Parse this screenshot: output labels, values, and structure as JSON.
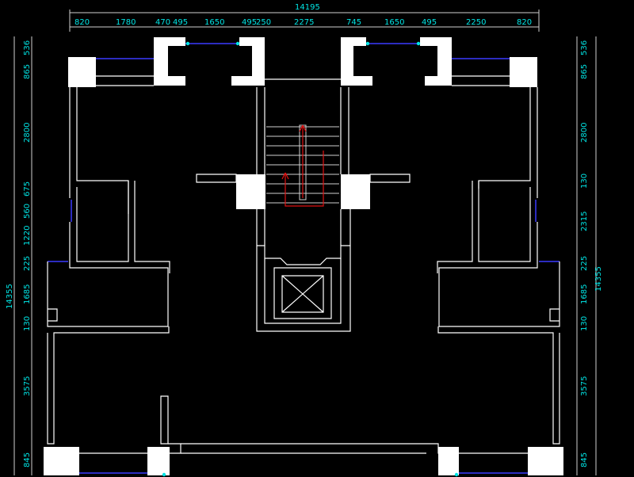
{
  "drawing": {
    "overall_width": "14195",
    "overall_depth_left": "14355",
    "overall_depth_right": "14355",
    "top_dims": [
      "820",
      "1780",
      "470",
      "495",
      "1650",
      "495",
      "250",
      "2275",
      "745",
      "1650",
      "495",
      "2250",
      "820"
    ],
    "left_dims": [
      "536",
      "865",
      "2800",
      "675",
      "560",
      "1220",
      "225",
      "1685",
      "130",
      "3575",
      "845"
    ],
    "right_dims": [
      "536",
      "865",
      "2800",
      "130",
      "2315",
      "225",
      "1685",
      "130",
      "3575",
      "845"
    ]
  },
  "colors": {
    "background": "#000000",
    "dimension_text": "#00e5e5",
    "wall": "#ffffff",
    "glass": "#3a3aff",
    "stair_arrow": "#e01010"
  }
}
